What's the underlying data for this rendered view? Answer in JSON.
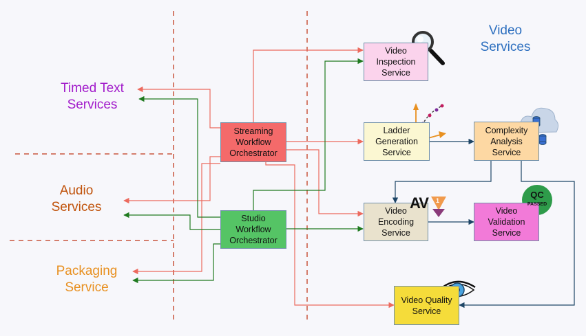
{
  "groups": {
    "timed_text": "Timed Text\nServices",
    "audio": "Audio\nServices",
    "packaging": "Packaging\nService",
    "video": "Video\nServices"
  },
  "nodes": {
    "streaming": "Streaming\nWorkflow\nOrchestrator",
    "studio": "Studio\nWorkflow\nOrchestrator",
    "inspection": "Video\nInspection\nService",
    "ladder": "Ladder\nGeneration\nService",
    "complexity": "Complexity\nAnalysis\nService",
    "encoding": "Video\nEncoding\nService",
    "validation": "Video\nValidation\nService",
    "quality": "Video Quality\nService"
  },
  "badges": {
    "qc_top": "QC",
    "qc_bottom": "PASSED",
    "av": "AV",
    "av_num": "1"
  },
  "colors": {
    "red_line": "#ec6a5e",
    "green_line": "#1f7a1f",
    "navy_line": "#1d4566",
    "divider": "#c8553d",
    "timed_text": "#a21ccb",
    "audio": "#c0520a",
    "packaging": "#e89020",
    "video": "#2d6fbf"
  }
}
